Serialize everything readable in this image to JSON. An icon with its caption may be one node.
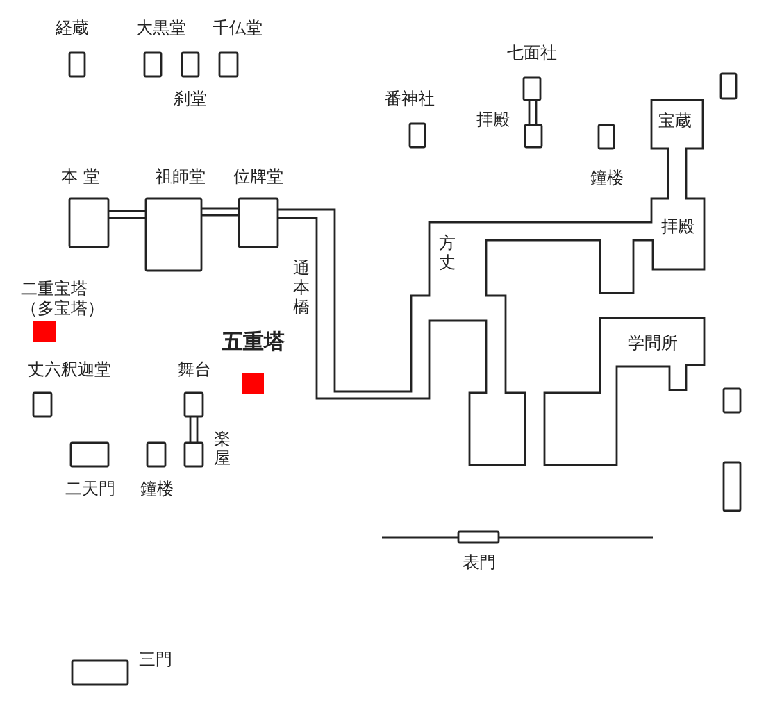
{
  "diagram": {
    "labels": [
      "経蔵",
      "大黒堂",
      "千仏堂",
      "刹堂",
      "七面社",
      "番神社",
      "拝殿",
      "宝蔵",
      "本 堂",
      "祖師堂",
      "位牌堂",
      "鐘楼",
      "拝殿",
      "方丈",
      "通本橋",
      "二重宝塔（多宝塔）",
      "五重塔",
      "丈六釈迦堂",
      "舞台",
      "学問所",
      "楽屋",
      "二天門",
      "鐘楼",
      "表門",
      "三門"
    ]
  }
}
